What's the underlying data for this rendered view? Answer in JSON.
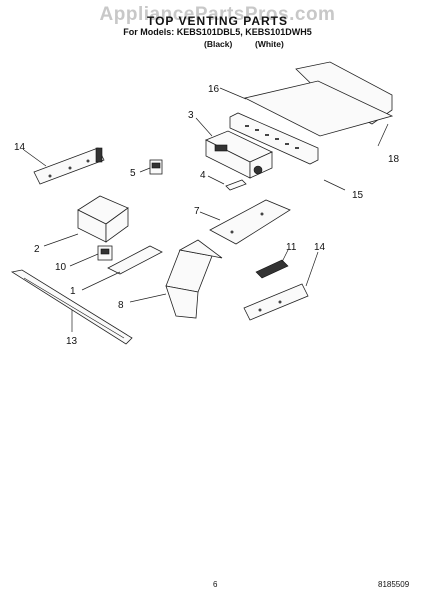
{
  "header": {
    "watermark": "AppliancePartsPros.com",
    "title": "TOP VENTING PARTS",
    "models": "For Models: KEBS101DBL5, KEBS101DWH5",
    "color_black": "(Black)",
    "color_white": "(White)"
  },
  "callouts": {
    "p1": "1",
    "p2": "2",
    "p3": "3",
    "p4": "4",
    "p5": "5",
    "p7": "7",
    "p8": "8",
    "p10": "10",
    "p11": "11",
    "p13": "13",
    "p14a": "14",
    "p14b": "14",
    "p15": "15",
    "p16": "16",
    "p18": "18"
  },
  "footer": {
    "page": "6",
    "doc_number": "8185509"
  }
}
